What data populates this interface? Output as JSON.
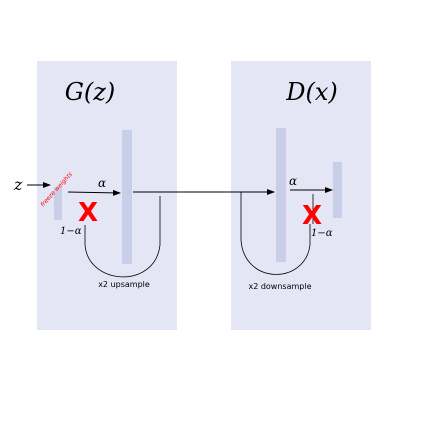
{
  "generator": {
    "title": "G(z)",
    "input_label": "z",
    "alpha_label": "α",
    "one_minus_alpha_label": "1−α",
    "caption": "x2 upsample",
    "annotation": "freeze weights"
  },
  "discriminator": {
    "title": "D(x)",
    "alpha_label": "α",
    "one_minus_alpha_label": "1−α",
    "caption": "x2 downsample"
  },
  "colors": {
    "panel": "#e4e6f6",
    "layer_bar": "#c8cde8",
    "cross": "#ff0000",
    "annotation": "#ff0000",
    "stroke": "#000000"
  },
  "icons": {
    "cross": "x-mark-icon"
  }
}
